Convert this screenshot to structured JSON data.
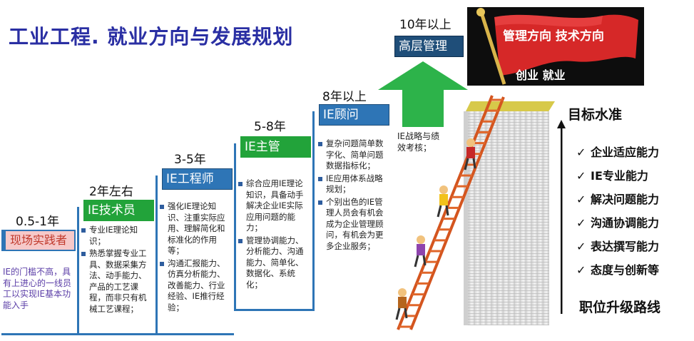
{
  "title": "工业工程. 就业方向与发展规划",
  "stages": [
    {
      "years": "0.5-1年",
      "label": "现场实践者",
      "note": "IE的门槛不高，具有上进心的一线员工以实现IE基本功能入手"
    },
    {
      "years": "2年左右",
      "label": "IE技术员",
      "items": [
        "专业IE理论知识；",
        "熟悉掌握专业工具、数据采集方法、动手能力、产品的工艺课程，而非只有机械工艺课程；"
      ]
    },
    {
      "years": "3-5年",
      "label": "IE工程师",
      "items": [
        "强化IE理论知识、注重实际应用、理解简化和标准化的作用等；",
        "沟通汇报能力、仿真分析能力、改善能力、行业经验、IE推行经验；"
      ]
    },
    {
      "years": "5-8年",
      "label": "IE主管",
      "items": [
        "综合应用IE理论知识，具备动手解决企业IE实际应用问题的能力；",
        "管理协调能力、分析能力、沟通能力、简单化、数据化、系统化；"
      ]
    },
    {
      "years": "8年以上",
      "label": "IE顾问",
      "items": [
        "复杂问题简单数字化、简单问题数据指标化；",
        "IE应用体系战略规划；",
        "个别出色的IE管理人员会有机会成为企业管理顾问，有机会为更多企业服务；"
      ]
    },
    {
      "years": "10年以上",
      "label": "高层管理",
      "note": "IE战略与绩效考核；"
    }
  ],
  "flag": {
    "top": "管理方向  技术方向",
    "bottom": "创业  就业"
  },
  "goal": {
    "title": "目标水准",
    "competencies": [
      "企业适应能力",
      "IE专业能力",
      "解决问题能力",
      "沟通协调能力",
      "表达撰写能力",
      "态度与创新等"
    ],
    "footer": "职位升级路线",
    "check_icon": "✓"
  },
  "colors": {
    "blue": "#2e75b6",
    "green": "#22a33a",
    "red": "#d62828",
    "title": "#2a2fa3"
  }
}
